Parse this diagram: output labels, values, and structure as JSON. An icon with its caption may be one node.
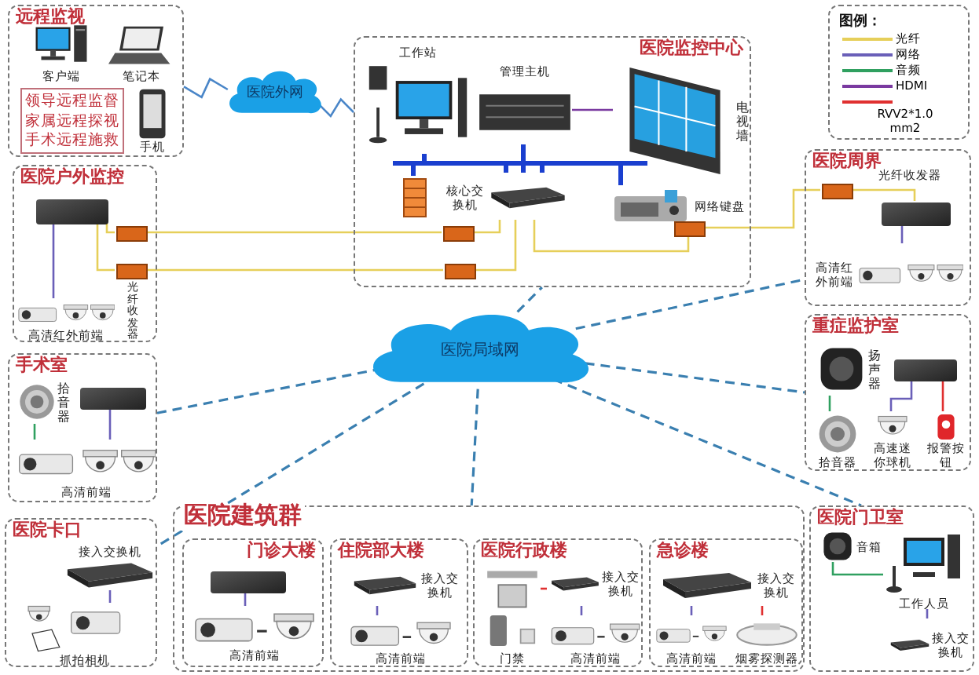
{
  "diagram": {
    "nodes": [
      {
        "text": [
          "远程监视"
        ]
      },
      {
        "text": [
          "客户端"
        ],
        "in": 0
      },
      {
        "text": [
          "笔记本"
        ],
        "in": 0
      },
      {
        "text": [
          "手机"
        ],
        "in": 0
      },
      {
        "text": [
          "领导远程监督",
          "家属远程探视",
          "手术远程施救"
        ],
        "in": 0
      },
      {
        "text": [
          "医院外网"
        ]
      },
      {
        "text": [
          "医院户外监控"
        ]
      },
      {
        "text": [],
        "shape": "box",
        "in": 6
      },
      {
        "text": [],
        "shape": "box",
        "in": 6
      },
      {
        "text": [],
        "shape": "box",
        "in": 6,
        "beside": [
          "光纤收发器"
        ]
      },
      {
        "text": [
          "高清红外前端"
        ],
        "in": 6
      },
      {
        "text": [
          "医院监控中心"
        ]
      },
      {
        "text": [
          "工作站"
        ],
        "in": 11
      },
      {
        "text": [
          "管理主机"
        ],
        "in": 11
      },
      {
        "text": [
          "电视墙"
        ],
        "in": 11
      },
      {
        "text": [],
        "shape": "picture",
        "in": 11
      },
      {
        "text": [
          "核心交换机"
        ],
        "in": 11
      },
      {
        "text": [
          "网络键盘"
        ],
        "in": 11
      },
      {
        "text": [],
        "shape": "box",
        "in": 11
      },
      {
        "text": [],
        "shape": "box",
        "in": 11
      },
      {
        "text": [],
        "shape": "box",
        "in": 11
      },
      {
        "text": [
          "医院周界"
        ]
      },
      {
        "text": [],
        "shape": "box",
        "in": 21,
        "beside": [
          "光纤收发器"
        ]
      },
      {
        "text": [],
        "shape": "box",
        "in": 21
      },
      {
        "text": [
          "高清红外前端"
        ],
        "in": 21
      },
      {
        "text": [
          "医院局域网"
        ]
      },
      {
        "text": [
          "重症监护室"
        ]
      },
      {
        "text": [
          "扬声器"
        ],
        "in": 26
      },
      {
        "text": [],
        "shape": "box",
        "in": 26
      },
      {
        "text": [
          "拾音器"
        ],
        "in": 26
      },
      {
        "text": [
          "高速迷你球机"
        ],
        "in": 26
      },
      {
        "text": [
          "报警按钮"
        ],
        "in": 26
      },
      {
        "text": [
          "手术室"
        ]
      },
      {
        "text": [
          "拾音器"
        ],
        "in": 32
      },
      {
        "text": [],
        "shape": "box",
        "in": 32
      },
      {
        "text": [
          "高清前端"
        ],
        "in": 32
      },
      {
        "text": [
          "医院卡口"
        ]
      },
      {
        "text": [
          "接入交换机"
        ],
        "in": 36
      },
      {
        "text": [
          "抓拍相机"
        ],
        "in": 36
      },
      {
        "text": [
          "医院建筑群"
        ]
      },
      {
        "text": [
          "门诊大楼"
        ],
        "in": 39
      },
      {
        "text": [],
        "shape": "box",
        "in": 40
      },
      {
        "text": [
          "高清前端"
        ],
        "in": 40
      },
      {
        "text": [
          "住院部大楼"
        ],
        "in": 39
      },
      {
        "text": [
          "接入交换机"
        ],
        "in": 43
      },
      {
        "text": [
          "高清前端"
        ],
        "in": 43
      },
      {
        "text": [
          "医院行政楼"
        ],
        "in": 39
      },
      {
        "text": [
          "接入交换机"
        ],
        "in": 46
      },
      {
        "text": [
          "门禁"
        ],
        "in": 46
      },
      {
        "text": [
          "高清前端"
        ],
        "in": 46
      },
      {
        "text": [
          "急诊楼"
        ],
        "in": 39
      },
      {
        "text": [
          "接入交换机"
        ],
        "in": 50
      },
      {
        "text": [
          "高清前端"
        ],
        "in": 50
      },
      {
        "text": [
          "烟雾探测器"
        ],
        "in": 50
      },
      {
        "text": [
          "医院门卫室"
        ]
      },
      {
        "text": [
          "音箱"
        ],
        "in": 54
      },
      {
        "text": [
          "工作人员"
        ],
        "in": 54
      },
      {
        "text": [
          "接入交换机"
        ],
        "in": 54
      }
    ],
    "edges": [
      {
        "from": 0,
        "to": 5,
        "arrow": "none",
        "color": "#4a86c8"
      },
      {
        "from": 5,
        "to": 11,
        "arrow": "none",
        "color": "#4a86c8"
      },
      {
        "from": 7,
        "to": 8,
        "arrow": "none",
        "color": "#e6cf5a"
      },
      {
        "from": 7,
        "to": 9,
        "arrow": "none",
        "color": "#e6cf5a"
      },
      {
        "from": 7,
        "to": 10,
        "arrow": "none"
      },
      {
        "from": 8,
        "to": 18,
        "arrow": "none",
        "color": "#e6cf5a"
      },
      {
        "from": 9,
        "to": 19,
        "arrow": "none",
        "color": "#e6cf5a"
      },
      {
        "from": 18,
        "to": 16,
        "arrow": "none",
        "color": "#e6cf5a"
      },
      {
        "from": 19,
        "to": 16,
        "arrow": "none",
        "color": "#e6cf5a"
      },
      {
        "from": 16,
        "to": 20,
        "arrow": "none",
        "color": "#e6cf5a"
      },
      {
        "from": 20,
        "to": 22,
        "arrow": "none",
        "color": "#e6cf5a"
      },
      {
        "from": 22,
        "to": 23,
        "arrow": "none",
        "color": "#e6cf5a"
      },
      {
        "from": 23,
        "to": 24,
        "arrow": "none"
      },
      {
        "from": 12,
        "to": 16,
        "arrow": "none",
        "style": "thick",
        "color": "#1a3fcf"
      },
      {
        "from": 13,
        "to": 16,
        "arrow": "none",
        "style": "thick",
        "color": "#1a3fcf"
      },
      {
        "from": 15,
        "to": 16,
        "arrow": "none",
        "style": "thick",
        "color": "#1a3fcf"
      },
      {
        "from": 17,
        "to": 16,
        "arrow": "none",
        "style": "thick",
        "color": "#1a3fcf"
      },
      {
        "from": 13,
        "to": 14,
        "arrow": "none",
        "color": "#7a3aa0"
      },
      {
        "from": 25,
        "to": 11,
        "arrow": "none",
        "style": "dashed",
        "color": "#3a7fb0"
      },
      {
        "from": 25,
        "to": 21,
        "arrow": "none",
        "style": "dashed",
        "color": "#3a7fb0"
      },
      {
        "from": 25,
        "to": 26,
        "arrow": "none",
        "style": "dashed",
        "color": "#3a7fb0"
      },
      {
        "from": 25,
        "to": 32,
        "arrow": "none",
        "style": "dashed",
        "color": "#3a7fb0"
      },
      {
        "from": 25,
        "to": 36,
        "arrow": "none",
        "style": "dashed",
        "color": "#3a7fb0"
      },
      {
        "from": 25,
        "to": 39,
        "arrow": "none",
        "style": "dashed",
        "color": "#3a7fb0"
      },
      {
        "from": 25,
        "to": 54,
        "arrow": "none",
        "style": "dashed",
        "color": "#3a7fb0"
      },
      {
        "from": 28,
        "to": 30,
        "arrow": "none"
      },
      {
        "from": 28,
        "to": 31,
        "arrow": "none",
        "color": "#e03030"
      },
      {
        "from": 27,
        "to": 29,
        "arrow": "none",
        "color": "#30a060"
      },
      {
        "from": 34,
        "to": 35,
        "arrow": "none"
      },
      {
        "from": 33,
        "to": 35,
        "arrow": "none",
        "color": "#30a060"
      },
      {
        "from": 37,
        "to": 38,
        "arrow": "none"
      },
      {
        "from": 41,
        "to": 42,
        "arrow": "none"
      },
      {
        "from": 44,
        "to": 45,
        "arrow": "none"
      },
      {
        "from": 47,
        "to": 49,
        "arrow": "none"
      },
      {
        "from": 48,
        "to": 47,
        "arrow": "none",
        "color": "#e03030"
      },
      {
        "from": 51,
        "to": 52,
        "arrow": "none"
      },
      {
        "from": 51,
        "to": 53,
        "arrow": "none",
        "color": "#e03030"
      },
      {
        "from": 55,
        "to": 56,
        "arrow": "none",
        "color": "#30a060"
      },
      {
        "from": 56,
        "to": 57,
        "arrow": "none"
      }
    ],
    "labels": [
      "图例："
    ],
    "legend": [
      {
        "text": "光纤"
      },
      {
        "text": "网络"
      },
      {
        "text": "音频"
      },
      {
        "text": "HDMI"
      },
      {
        "text": "RVV2*1.0 mm2"
      }
    ]
  }
}
